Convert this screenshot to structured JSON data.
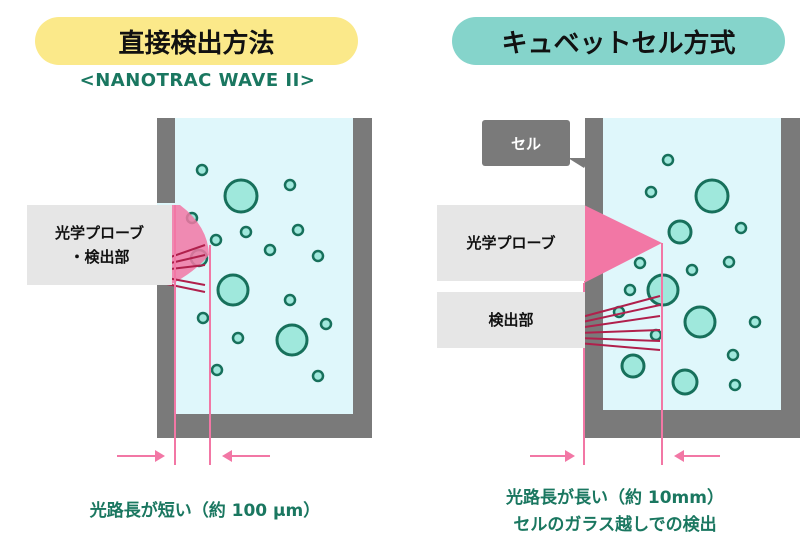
{
  "left": {
    "title": "直接検出方法",
    "subtitle": "<NANOTRAC WAVE II>",
    "probe_label_line1": "光学プローブ",
    "probe_label_line2": "・検出部",
    "caption": "光路長が短い（約 100 μm）"
  },
  "right": {
    "title": "キュベットセル方式",
    "cell_label": "セル",
    "probe_label": "光学プローブ",
    "detector_label": "検出部",
    "caption_line1": "光路長が長い（約 10mm）",
    "caption_line2": "セルのガラス越しでの検出"
  },
  "colors": {
    "wall": "#7a7a7a",
    "liquid": "#dff7fb",
    "particle_fill": "#9fe8dc",
    "particle_stroke": "#17705b",
    "probe": "#f277a5",
    "beam": "#b0204c",
    "accent_green": "#1a7760"
  }
}
